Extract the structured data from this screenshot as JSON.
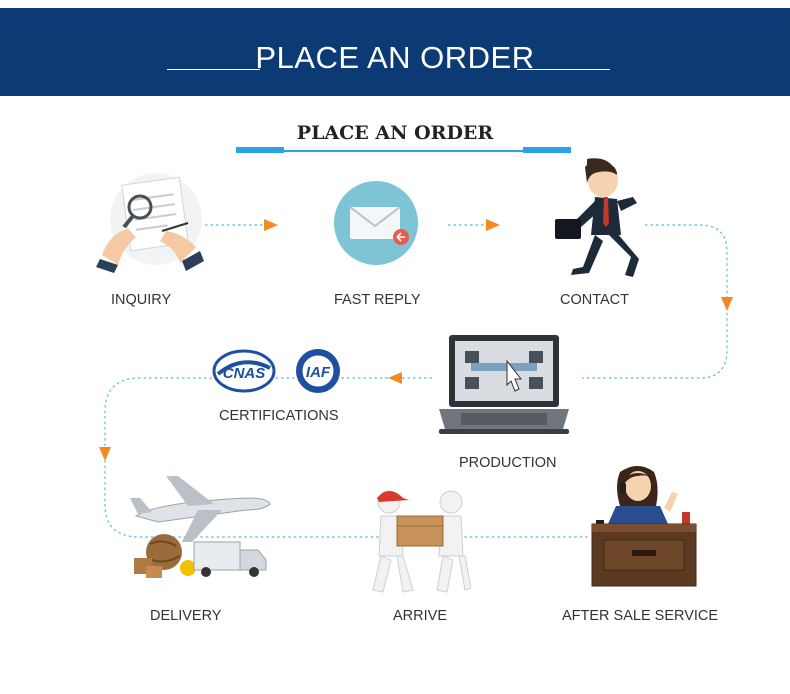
{
  "banner": {
    "title": "PLACE AN ORDER"
  },
  "subtitle": "PLACE AN ORDER",
  "steps": {
    "inquiry": "INQUIRY",
    "fast_reply": "FAST REPLY",
    "contact": "CONTACT",
    "production": "PRODUCTION",
    "certifications": "CERTIFICATIONS",
    "delivery": "DELIVERY",
    "arrive": "ARRIVE",
    "after_sale": "AFTER SALE SERVICE"
  },
  "logos": {
    "cnas": "CNAS",
    "iaf": "IAF"
  },
  "colors": {
    "banner": "#0b3a75",
    "accent_line": "#29a3e6",
    "flow_line": "#5bb8e8",
    "arrow": "#f28a1e"
  }
}
